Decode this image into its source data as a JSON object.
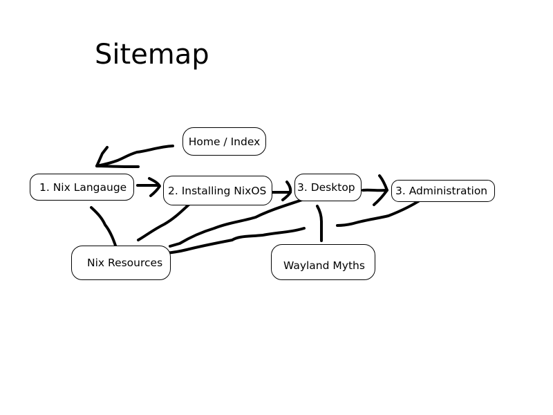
{
  "title": "Sitemap",
  "nodes": {
    "home": "Home / Index",
    "nix_language": "1. Nix Langauge",
    "installing": "2. Installing NixOS",
    "desktop": "3. Desktop",
    "administration": "3. Administration",
    "resources": "Nix Resources",
    "wayland": "Wayland Myths"
  },
  "style": {
    "stroke_color": "#000000",
    "background": "#ffffff"
  }
}
